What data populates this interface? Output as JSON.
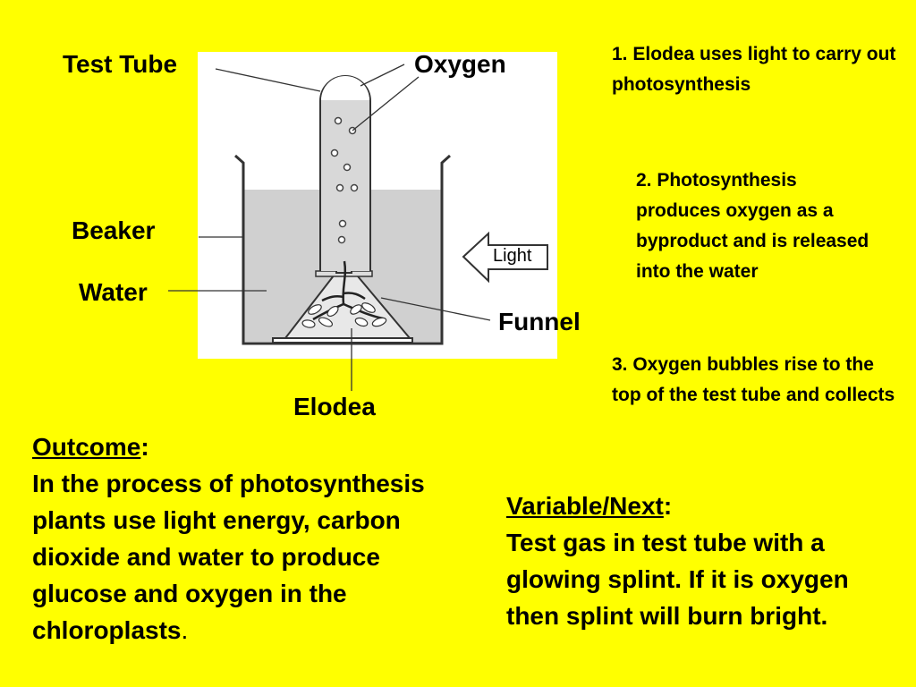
{
  "diagram": {
    "labels": {
      "test_tube": "Test Tube",
      "oxygen": "Oxygen",
      "beaker": "Beaker",
      "water": "Water",
      "funnel": "Funnel",
      "elodea": "Elodea",
      "light": "Light"
    }
  },
  "steps": [
    "1. Elodea uses light to carry out photosynthesis",
    "2. Photosynthesis produces oxygen as a byproduct and is released into the water",
    "3. Oxygen bubbles rise to the top of the test tube and collects"
  ],
  "outcome": {
    "heading": "Outcome",
    "colon": ":",
    "text": "In the process of photosynthesis plants use light energy, carbon dioxide and water to produce glucose and oxygen in the chloroplasts",
    "end": "."
  },
  "next": {
    "heading": "Variable/Next",
    "colon": ":",
    "text": "Test gas in test tube with a glowing splint. If it is oxygen then splint will burn bright."
  }
}
